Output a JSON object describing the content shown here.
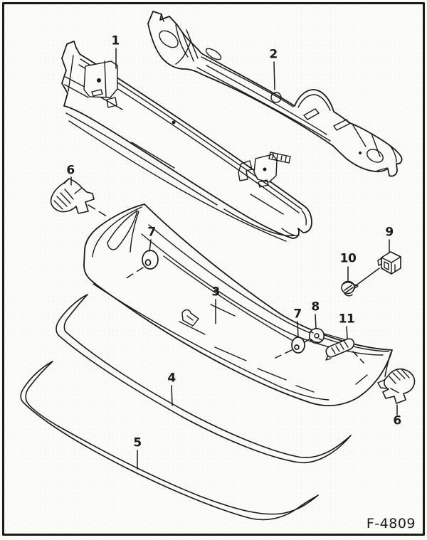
{
  "figure": {
    "code": "F-4809"
  },
  "callouts": {
    "n1": "1",
    "n2": "2",
    "n3": "3",
    "n4": "4",
    "n5": "5",
    "n6_left": "6",
    "n6_right": "6",
    "n7_left": "7",
    "n7_right": "7",
    "n8": "8",
    "n9": "9",
    "n10": "10",
    "n11": "11"
  },
  "colors": {
    "ink": "#1b1b1b",
    "paper": "#fbfbf8",
    "border": "#000000"
  }
}
